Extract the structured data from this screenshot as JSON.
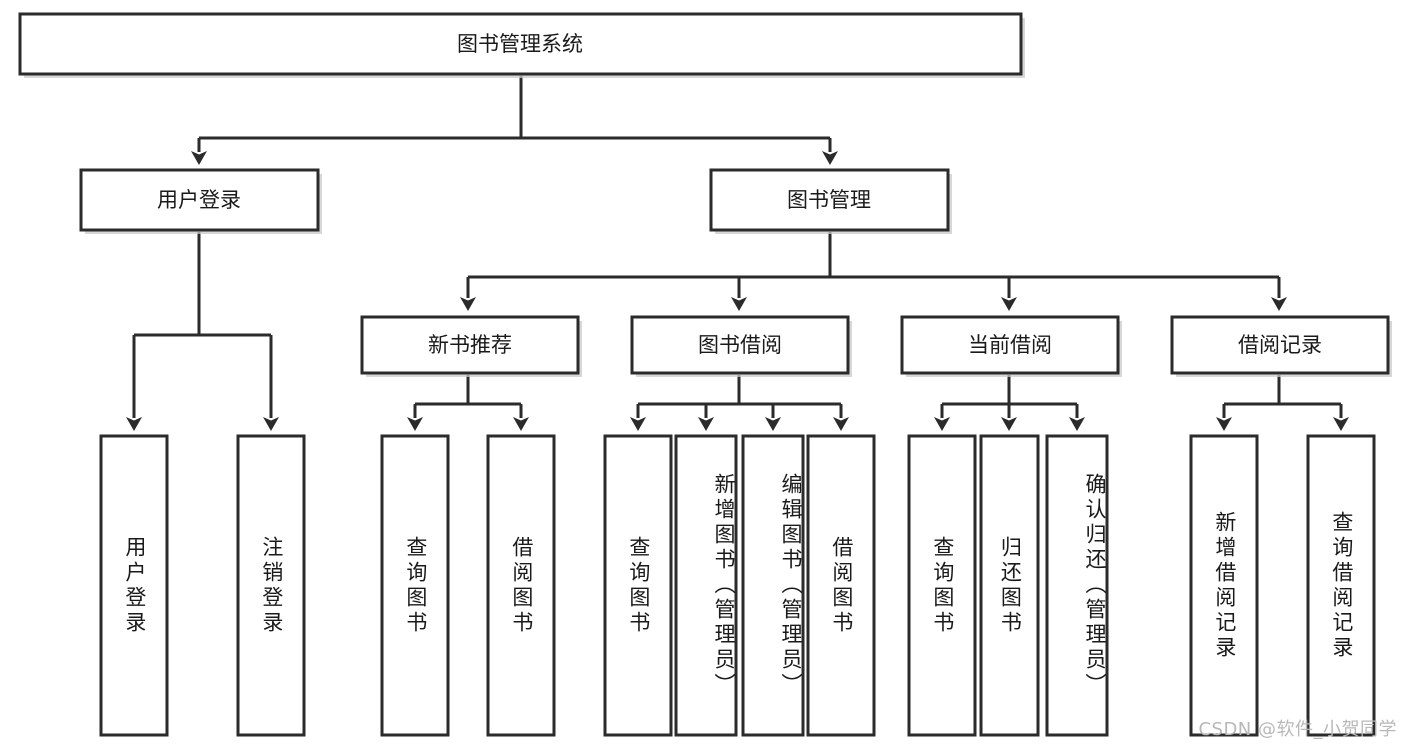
{
  "diagram": {
    "type": "tree",
    "title": "图书管理系统",
    "orientation": "top-down",
    "watermark": "CSDN @软件_小贺同学",
    "colors": {
      "box_stroke": "#2b2b2b",
      "box_fill": "#ffffff",
      "connector": "#2b2b2b",
      "text": "#1a1a1a",
      "watermark": "#b8b8b8",
      "background": "#ffffff"
    },
    "root": {
      "id": "root",
      "label": "图书管理系统"
    },
    "level2": [
      {
        "id": "user-login",
        "label": "用户登录"
      },
      {
        "id": "book-manage",
        "label": "图书管理"
      }
    ],
    "level3": [
      {
        "id": "new-book-recommend",
        "label": "新书推荐",
        "parent": "book-manage"
      },
      {
        "id": "book-borrow",
        "label": "图书借阅",
        "parent": "book-manage"
      },
      {
        "id": "current-borrow",
        "label": "当前借阅",
        "parent": "book-manage"
      },
      {
        "id": "borrow-record",
        "label": "借阅记录",
        "parent": "book-manage"
      }
    ],
    "leaves": {
      "user-login": [
        {
          "id": "leaf-user-login",
          "label": "用户登录"
        },
        {
          "id": "leaf-user-logout",
          "label": "注销登录"
        }
      ],
      "new-book-recommend": [
        {
          "id": "leaf-query-book-1",
          "label": "查询图书"
        },
        {
          "id": "leaf-borrow-book-1",
          "label": "借阅图书"
        }
      ],
      "book-borrow": [
        {
          "id": "leaf-query-book-2",
          "label": "查询图书"
        },
        {
          "id": "leaf-add-book",
          "label": "新增图书（管理员）"
        },
        {
          "id": "leaf-edit-book",
          "label": "编辑图书（管理员）"
        },
        {
          "id": "leaf-borrow-book-2",
          "label": "借阅图书"
        }
      ],
      "current-borrow": [
        {
          "id": "leaf-query-book-3",
          "label": "查询图书"
        },
        {
          "id": "leaf-return-book",
          "label": "归还图书"
        },
        {
          "id": "leaf-confirm-return",
          "label": "确认归还（管理员）"
        }
      ],
      "borrow-record": [
        {
          "id": "leaf-add-record",
          "label": "新增借阅记录"
        },
        {
          "id": "leaf-query-record",
          "label": "查询借阅记录"
        }
      ]
    }
  }
}
